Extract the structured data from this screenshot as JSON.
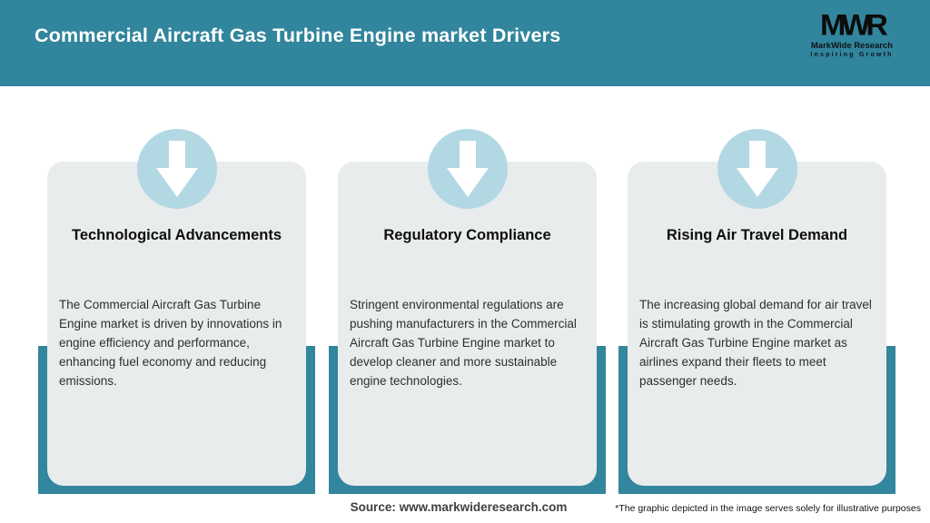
{
  "header": {
    "title": "Commercial Aircraft Gas Turbine Engine market Drivers",
    "logo": {
      "mark": "MWR",
      "name": "MarkWide Research",
      "tagline": "Inspiring Growth"
    }
  },
  "cards": [
    {
      "icon": "down-arrow-icon",
      "title": "Technological Advancements",
      "body": "The Commercial Aircraft Gas Turbine Engine market is driven by innovations in engine efficiency and performance, enhancing fuel economy and reducing emissions."
    },
    {
      "icon": "down-arrow-icon",
      "title": "Regulatory Compliance",
      "body": "Stringent environmental regulations are pushing manufacturers in the Commercial Aircraft Gas Turbine Engine market to develop cleaner and more sustainable engine technologies."
    },
    {
      "icon": "down-arrow-icon",
      "title": "Rising Air Travel Demand",
      "body": "The increasing global demand for air travel is stimulating growth in the Commercial Aircraft Gas Turbine Engine market as airlines expand their fleets to meet passenger needs."
    }
  ],
  "footer": {
    "source": "Source: www.markwideresearch.com",
    "disclaimer": "*The graphic depicted in the image serves solely for illustrative purposes"
  },
  "colors": {
    "header_teal": "#31859C",
    "tray_teal": "#32869D",
    "card_gray": "#E9ECED",
    "circle_blue": "#B2D8E4",
    "title_text": "#0e0e0e",
    "body_text": "#2e2e2e"
  }
}
